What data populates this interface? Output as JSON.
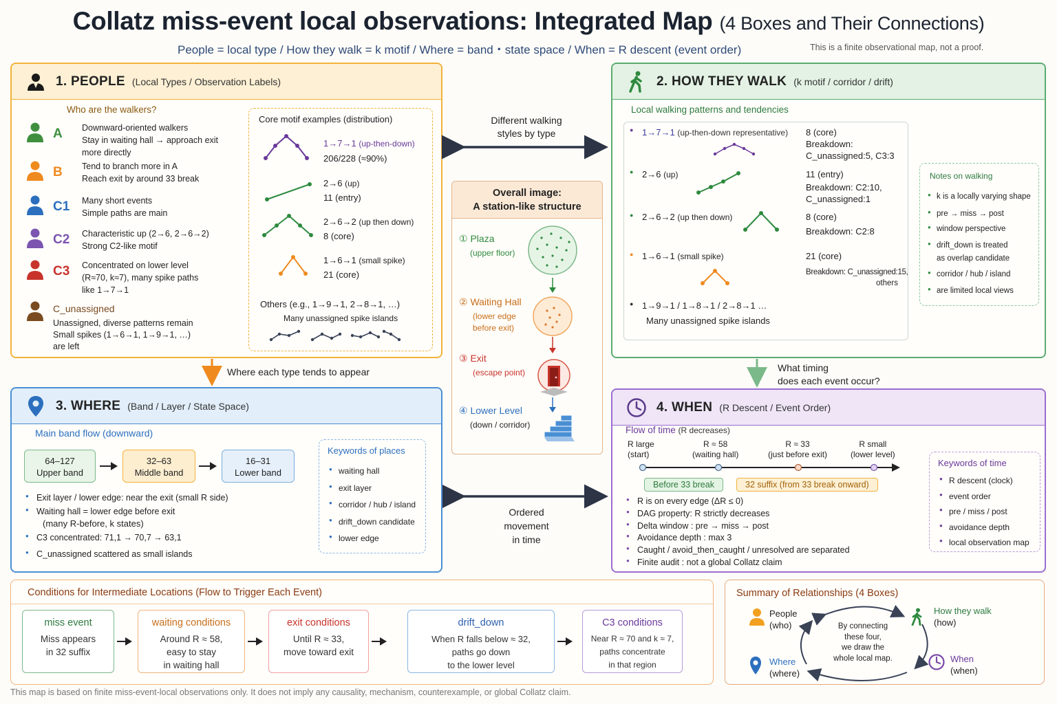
{
  "title": {
    "main": "Collatz miss-event local observations: Integrated Map",
    "paren": "(4 Boxes and Their Connections)",
    "subtitle": "People = local type / How they walk = k motif / Where = band・state space / When = R descent (event order)",
    "note": "This is a finite observational map, not a proof."
  },
  "colors": {
    "people": "#f2b23a",
    "walk": "#5aab6e",
    "where": "#4a8fd4",
    "when": "#9b6ccf",
    "A": "#3f8f3f",
    "B": "#ef8a1f",
    "C1": "#2c6fbe",
    "C2": "#7b55b0",
    "C3": "#c8332b",
    "C_unassigned": "#7a4a20"
  },
  "people": {
    "num": "1. PEOPLE",
    "sub": "(Local Types / Observation Labels)",
    "question": "Who are the walkers?",
    "walkers": [
      {
        "label": "A",
        "desc1": "Downward-oriented walkers",
        "desc2": "Stay in waiting hall → approach exit",
        "desc3": "more directly"
      },
      {
        "label": "B",
        "desc1": "Tend to branch more in A",
        "desc2": "Reach exit by around 33 break",
        "desc3": ""
      },
      {
        "label": "C1",
        "desc1": "Many short events",
        "desc2": "Simple paths are main",
        "desc3": ""
      },
      {
        "label": "C2",
        "desc1": "Characteristic up (2→6, 2→6→2)",
        "desc2": "Strong C2-like motif",
        "desc3": ""
      },
      {
        "label": "C3",
        "desc1": "Concentrated on lower level",
        "desc2": "(R≈70, k≈7), many spike paths",
        "desc3": "like 1→7→1"
      },
      {
        "label": "C_unassigned",
        "desc1": "Unassigned, diverse patterns remain",
        "desc2": "Small spikes (1→6→1, 1→9→1, …)",
        "desc3": "are left"
      }
    ],
    "motifs": {
      "title": "Core motif examples (distribution)",
      "items": [
        {
          "path": "1→7→1",
          "note": "(up-then-down)",
          "count": "206/228 (≈90%)"
        },
        {
          "path": "2→6",
          "note": "(up)",
          "count": "11 (entry)"
        },
        {
          "path": "2→6→2",
          "note": "(up then down)",
          "count": "8 (core)"
        },
        {
          "path": "1→6→1",
          "note": "(small spike)",
          "count": "21 (core)"
        }
      ],
      "others": "Others (e.g., 1→9→1, 2→8→1, …)",
      "others_note": "Many unassigned spike islands"
    }
  },
  "walk": {
    "num": "2. HOW THEY WALK",
    "sub": "(k motif / corridor / drift)",
    "heading": "Local walking patterns and tendencies",
    "items": [
      {
        "path": "1→7→1",
        "note": "(up-then-down representative)",
        "val": "8 (core)",
        "bd1": "Breakdown:",
        "bd2": "C_unassigned:5, C3:3"
      },
      {
        "path": "2→6",
        "note": "(up)",
        "val": "11 (entry)",
        "bd1": "Breakdown: C2:10,",
        "bd2": "C_unassigned:1"
      },
      {
        "path": "2→6→2",
        "note": "(up then down)",
        "val": "8 (core)",
        "bd1": "Breakdown: C2:8",
        "bd2": ""
      },
      {
        "path": "1→6→1",
        "note": "(small spike)",
        "val": "21 (core)",
        "bd1": "Breakdown: C_unassigned:15,",
        "bd2": "others"
      }
    ],
    "others": "1→9→1 / 1→8→1 / 2→8→1 …",
    "others_note": "Many unassigned spike islands",
    "notes_title": "Notes on walking",
    "notes": [
      "k is a locally varying shape",
      "pre → miss → post",
      "window perspective",
      "drift_down is treated",
      "as overlap candidate",
      "corridor / hub / island",
      "are limited local views"
    ]
  },
  "connectors": {
    "top": "Different walking\nstyles by type",
    "people_to_where": "Where each type tends to appear",
    "walk_to_when_1": "What timing",
    "walk_to_when_2": "does each event occur?",
    "mid_1": "Ordered",
    "mid_2": "movement",
    "mid_3": "in time"
  },
  "station": {
    "head1": "Overall image:",
    "head2": "A station-like structure",
    "stops": [
      {
        "num": "①",
        "name": "Plaza",
        "desc1": "(upper floor)",
        "desc2": ""
      },
      {
        "num": "②",
        "name": "Waiting Hall",
        "desc1": "(lower edge",
        "desc2": "before exit)"
      },
      {
        "num": "③",
        "name": "Exit",
        "desc1": "(escape point)",
        "desc2": ""
      },
      {
        "num": "④",
        "name": "Lower Level",
        "desc1": "(down / corridor)",
        "desc2": ""
      }
    ]
  },
  "where": {
    "num": "3. WHERE",
    "sub": "(Band / Layer / State Space)",
    "heading": "Main band flow (downward)",
    "bands": [
      {
        "range": "64–127",
        "name": "Upper band"
      },
      {
        "range": "32–63",
        "name": "Middle band"
      },
      {
        "range": "16–31",
        "name": "Lower band"
      }
    ],
    "bullets": [
      "Exit layer / lower edge: near the exit (small R side)",
      "Waiting hall = lower edge before exit",
      "C3 concentrated: 71,1 → 70,7 → 63,1",
      "C_unassigned scattered as small islands"
    ],
    "bullet2_cont": "(many R-before, k states)",
    "kw_title": "Keywords of places",
    "keywords": [
      "waiting hall",
      "exit layer",
      "corridor / hub / island",
      "drift_down candidate",
      "lower edge"
    ]
  },
  "when": {
    "num": "4. WHEN",
    "sub": "(R Descent / Event Order)",
    "flow_title": "Flow of time",
    "flow_sub": "(R decreases)",
    "ticks": [
      {
        "l1": "R large",
        "l2": "(start)"
      },
      {
        "l1": "R ≈ 58",
        "l2": "(waiting hall)"
      },
      {
        "l1": "R ≈ 33",
        "l2": "(just before exit)"
      },
      {
        "l1": "R small",
        "l2": "(lower level)"
      }
    ],
    "pill1": "Before 33 break",
    "pill2": "32 suffix (from 33 break onward)",
    "bullets": [
      "R is on every edge (ΔR ≤ 0)",
      "DAG property: R strictly decreases",
      "Delta window : pre → miss → post",
      "Avoidance depth : max 3",
      "Caught / avoid_then_caught / unresolved are separated",
      "Finite audit : not a global Collatz claim"
    ],
    "kw_title": "Keywords of time",
    "keywords": [
      "R descent (clock)",
      "event order",
      "pre / miss / post",
      "avoidance depth",
      "local observation map"
    ]
  },
  "conditions": {
    "title": "Conditions for Intermediate Locations (Flow to Trigger Each Event)",
    "cards": [
      {
        "title": "miss event",
        "l1": "Miss appears",
        "l2": "in 32 suffix",
        "l3": ""
      },
      {
        "title": "waiting conditions",
        "l1": "Around R ≈ 58,",
        "l2": "easy to stay",
        "l3": "in waiting hall"
      },
      {
        "title": "exit conditions",
        "l1": "Until R ≈ 33,",
        "l2": "move toward exit",
        "l3": ""
      },
      {
        "title": "drift_down",
        "l1": "When R falls below ≈ 32,",
        "l2": "paths go down",
        "l3": "to the lower level"
      },
      {
        "title": "C3 conditions",
        "l1": "Near R ≈ 70 and k ≈ 7,",
        "l2": "paths concentrate",
        "l3": "in that region"
      }
    ]
  },
  "summary": {
    "title": "Summary of Relationships (4 Boxes)",
    "people": "People",
    "people_sub": "(who)",
    "walk": "How they walk",
    "walk_sub": "(how)",
    "where": "Where",
    "where_sub": "(where)",
    "when": "When",
    "when_sub": "(when)",
    "center1": "By connecting",
    "center2": "these four,",
    "center3": "we draw the",
    "center4": "whole local map."
  },
  "footer": "This map is based on finite miss-event-local observations only. It does not imply any causality, mechanism, counterexample, or global Collatz claim."
}
